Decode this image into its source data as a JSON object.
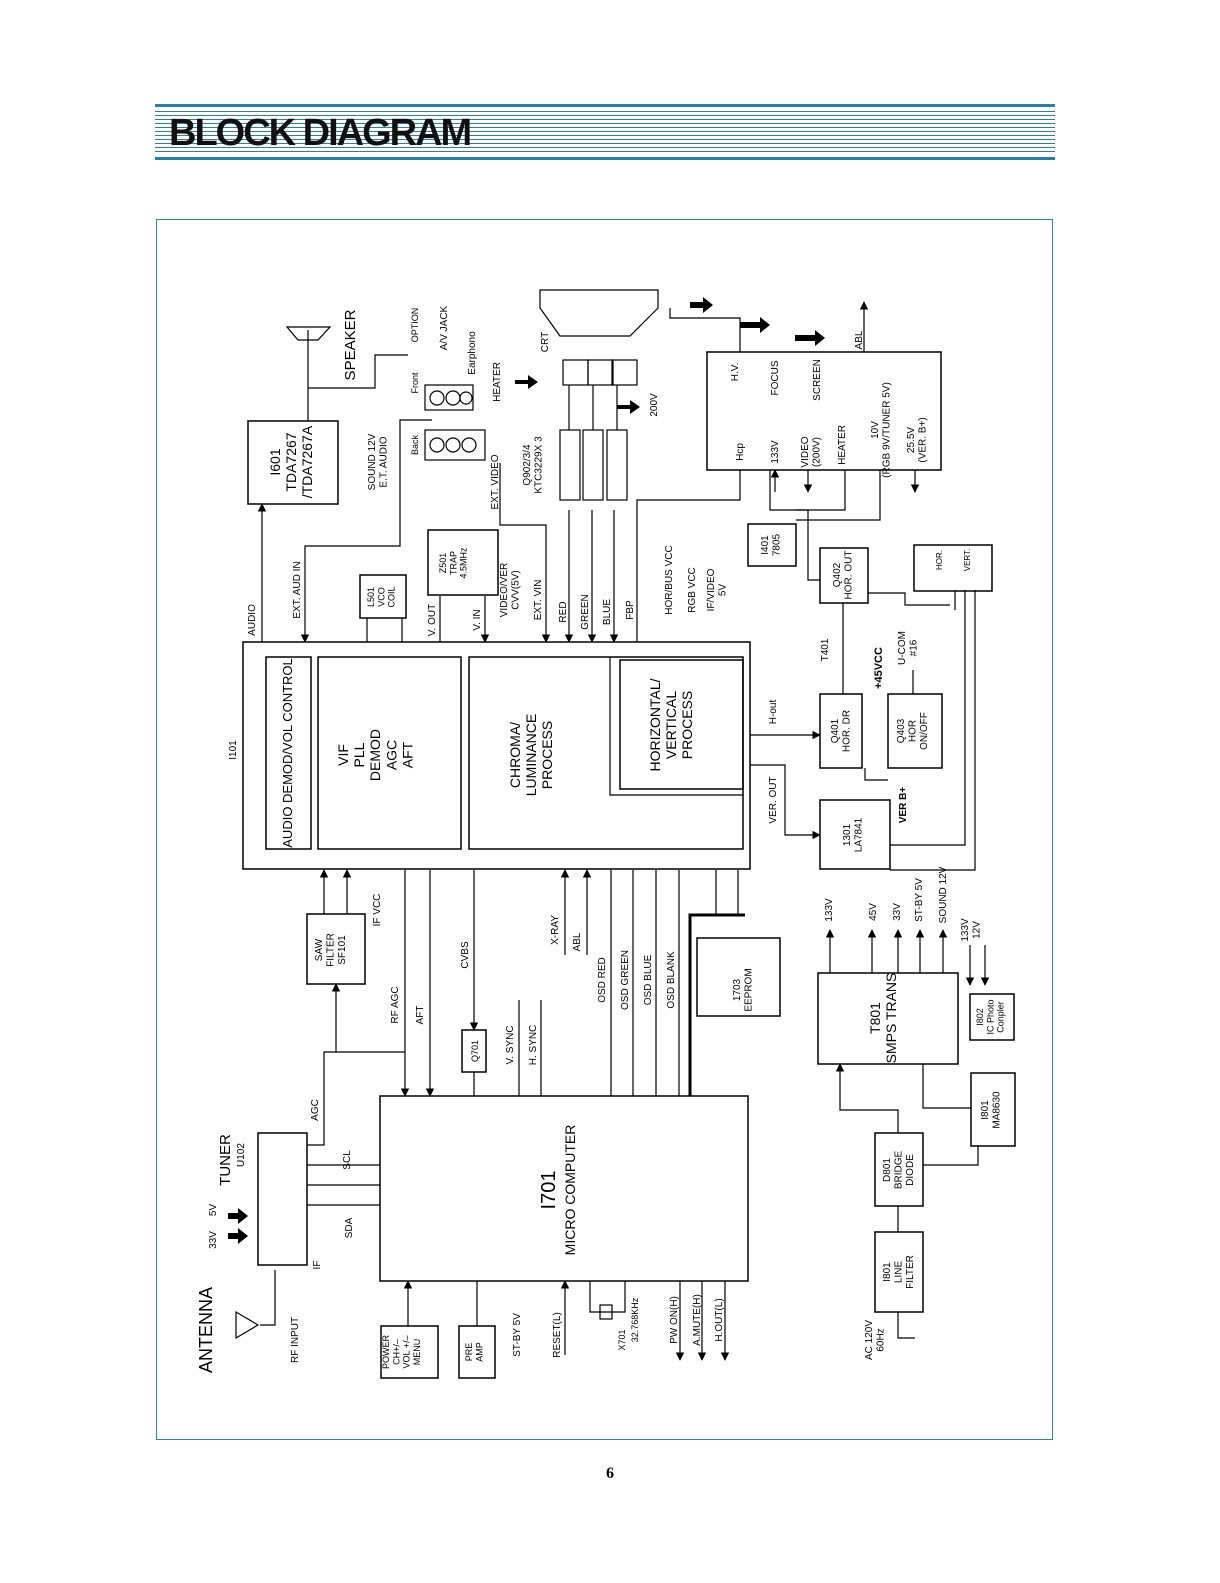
{
  "header": {
    "title": "BLOCK DIAGRAM"
  },
  "page_number": "6",
  "labels": {
    "antenna": "ANTENNA",
    "rf_input": "RF INPUT",
    "tuner": "TUNER",
    "u102": "U102",
    "v33": "33V",
    "v5": "5V",
    "agc": "AGC",
    "scl": "SCL",
    "sda": "SDA",
    "if": "IF",
    "i701": "I701",
    "micro": "MICRO COMPUTER",
    "power_menu": [
      "POWER",
      "CH+/–",
      "VOL +/–",
      "MENU"
    ],
    "pre_amp": [
      "PRE",
      "AMP"
    ],
    "stby5v": "ST-BY 5V",
    "reset": "RESET(L)",
    "x701": "X701",
    "xtal": "32.768KHz",
    "pwon": "PW ON(H)",
    "amute": "A.MUTE(H)",
    "hout_l": "H.OUT(L)",
    "rf_agc": "RF AGC",
    "aft_sig": "AFT",
    "cvbs": "CVBS",
    "q701": "Q701",
    "vsync": "V. SYNC",
    "hsync": "H. SYNC",
    "osd_red": "OSD RED",
    "osd_green": "OSD GREEN",
    "osd_blue": "OSD BLUE",
    "osd_blank": "OSD BLANK",
    "saw": [
      "SAW",
      "FILTER",
      "SF101"
    ],
    "if_vcc": "IF VCC",
    "xray": "X-RAY",
    "abl": "ABL",
    "eeprom": [
      "1703",
      "EEPROM"
    ],
    "i101": "I101",
    "audio_block": "AUDIO DEMOD/VOL CONTROL",
    "vif_block": [
      "VIF",
      "PLL",
      "DEMOD",
      "AGC",
      "AFT"
    ],
    "chroma_block": [
      "CHROMA/",
      "LUMINANCE",
      "PROCESS"
    ],
    "hv_block": [
      "HORIZONTAL/",
      "VERTICAL",
      "PROCESS"
    ],
    "audio": "AUDIO",
    "ext_aud_in": "EXT. AUD IN",
    "l501": [
      "L501",
      "VCO",
      "COIL"
    ],
    "v_out": "V. OUT",
    "z501": [
      "Z501",
      "TRAP",
      "4.5MHz"
    ],
    "v_in": "V. IN",
    "videover": [
      "VIDEO/VER",
      "CVV(5V)"
    ],
    "ext_vin": "EXT. VIN",
    "red": "RED",
    "green": "GREEN",
    "blue": "BLUE",
    "fbp": "FBP",
    "horbus": "HOR/BUS VCC",
    "rgbvcc": "RGB VCC",
    "ifvideo": [
      "IF/VIDEO",
      "5V"
    ],
    "i601": [
      "I601",
      "TDA7267",
      "/TDA7267A"
    ],
    "sound12v": [
      "SOUND 12V",
      "E.T. AUDIO"
    ],
    "speaker": "SPEAKER",
    "option": "OPTION",
    "av_jack": "A/V JACK",
    "earphone": "Earphono",
    "front": "Front",
    "back": "Back",
    "ext_video": "EXT. VIDEO",
    "heater": "HEATER",
    "q902": [
      "Q902/3/4",
      "KTC3229X 3"
    ],
    "crt": "CRT",
    "v200": "200V",
    "fbt_labels": [
      "H.V.",
      "FOCUS",
      "SCREEN",
      "Hcp",
      "133V",
      "VIDEO",
      "(200V)",
      "HEATER",
      "10V",
      "(RGB 9V/TUNER 5V)",
      "25.5V",
      "(VER. B+)"
    ],
    "abl_out": "ABL",
    "i401": [
      "I401",
      "7805"
    ],
    "q402": [
      "Q402",
      "HOR. OUT"
    ],
    "t401": "T401",
    "v45": "+45VCC",
    "ucom": [
      "U-COM",
      "#16"
    ],
    "hout": "H-out",
    "q401": [
      "Q401",
      "HOR. DR"
    ],
    "q403": [
      "Q403",
      "HOR",
      "ON/OFF"
    ],
    "ver_out": "VER. OUT",
    "i301": [
      "1301",
      "LA7841"
    ],
    "ver_b": "VER B+",
    "hor": "HOR.",
    "vert": "VERT.",
    "t801": [
      "T801",
      "SMPS TRANS"
    ],
    "smps_out": [
      "133V",
      "45V",
      "33V",
      "ST-BY 5V",
      "SOUND 12V"
    ],
    "v133_12": [
      "133V",
      "12V"
    ],
    "i802": [
      "I802",
      "IC Photo",
      "Conpler"
    ],
    "i801": [
      "I801",
      "MA8630"
    ],
    "d801": [
      "D801",
      "BRIDGE",
      "DIODE"
    ],
    "i801f": [
      "I801",
      "LINE",
      "FILTER"
    ],
    "ac": [
      "AC 120V",
      "60Hz"
    ]
  }
}
